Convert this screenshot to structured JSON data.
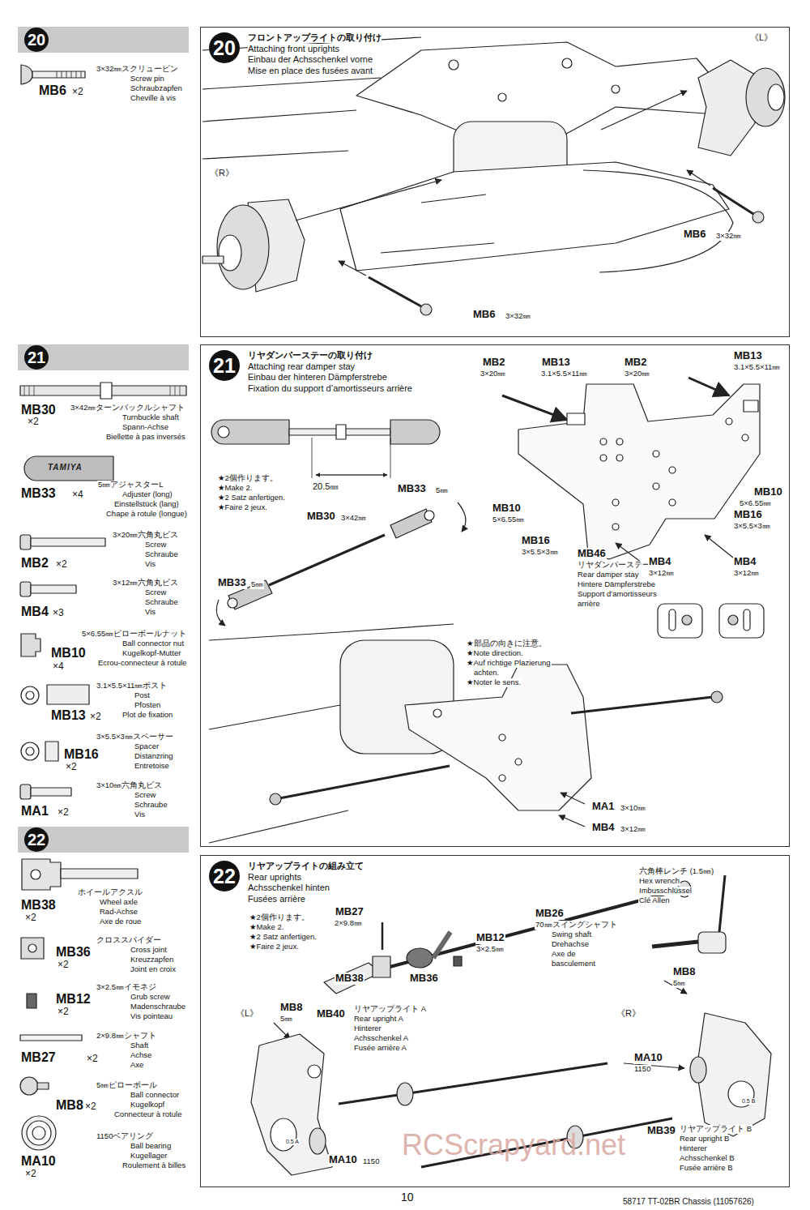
{
  "diagram": {
    "nodes": [
      {
        "text": [
          "20"
        ]
      },
      {
        "text": [
          "20",
          "フロントアップライトの取り付け",
          "Attaching front uprights",
          "Einbau der Achsschenkel vorne",
          "Mise en place des fusées avant"
        ]
      },
      {
        "text": [
          "21"
        ]
      },
      {
        "text": [
          "21",
          "リヤダンパーステーの取り付け",
          "Attaching rear damper stay",
          "Einbau der hinteren Dämpferstrebe",
          "Fixation du support d’amortisseurs arrière"
        ]
      },
      {
        "text": [
          "22"
        ]
      },
      {
        "text": [
          "22",
          "リヤアップライトの組み立て",
          "Rear uprights",
          "Achsschenkel hinten",
          "Fusées arrière"
        ]
      }
    ],
    "labels": [
      "MB6",
      "×2",
      "3×32㎜スクリューピン",
      "Screw pin",
      "Schraubzapfen",
      "Cheville à vis",
      "MB30",
      "×2",
      "3×42㎜ターンバックルシャフト",
      "Turnbuckle shaft",
      "Spann-Achse",
      "Biellette à pas inversés",
      "TAMIYA",
      "MB33",
      "×4",
      "5㎜アジャスターL",
      "Adjuster (long)",
      "Einstellstück (lang)",
      "Chape à rotule (longue)",
      "MB2",
      "×2",
      "3×20㎜六角丸ビス",
      "Screw",
      "Schraube",
      "Vis",
      "MB4",
      "×3",
      "3×12㎜六角丸ビス",
      "Screw",
      "Schraube",
      "Vis",
      "5×6.55㎜ピローボールナット",
      "MB10",
      "×4",
      "Ball connector nut",
      "Kugelkopf-Mutter",
      "Ecrou-connecteur à rotule",
      "3.1×5.5×11㎜ポスト",
      "Post",
      "Pfosten",
      "Plot de fixation",
      "MB13",
      "×2",
      "3×5.5×3㎜スペーサー",
      "Spacer",
      "Distanzring",
      "Entretoise",
      "MB16",
      "×2",
      "3×10㎜六角丸ビス",
      "Screw",
      "Schraube",
      "Vis",
      "MA1",
      "×2",
      "MB38",
      "×2",
      "ホイールアクスル",
      "Wheel axle",
      "Rad-Achse",
      "Axe de roue",
      "MB36",
      "×2",
      "クロススパイダー",
      "Cross joint",
      "Kreuzzapfen",
      "Joint en croix",
      "MB12",
      "×2",
      "3×2.5㎜イモネジ",
      "Grub screw",
      "Madenschraube",
      "Vis pointeau",
      "MB27",
      "×2",
      "2×9.8㎜シャフト",
      "Shaft",
      "Achse",
      "Axe",
      "MB8",
      "×2",
      "5㎜ピローボール",
      "Ball connector",
      "Kugelkopf",
      "Connecteur à rotule",
      "MA10",
      "×2",
      "1150ベアリング",
      "Ball bearing",
      "Kugellager",
      "Roulement à billes",
      "《L》",
      "《R》",
      "MB6",
      "3×32㎜",
      "MB6",
      "3×32㎜",
      "★2個作ります。",
      "★Make 2.",
      "★2 Satz anfertigen.",
      "★Faire 2 jeux.",
      "20.5㎜",
      "MB33",
      "5㎜",
      "MB30",
      "3×42㎜",
      "MB33",
      "5㎜",
      "MB2",
      "3×20㎜",
      "MB13",
      "3.1×5.5×11㎜",
      "MB2",
      "3×20㎜",
      "MB13",
      "3.1×5.5×11㎜",
      "MB10",
      "5×6.55㎜",
      "MB10",
      "5×6.55㎜",
      "MB16",
      "3×5.5×3㎜",
      "MB16",
      "3×5.5×3㎜",
      "MB46",
      "リヤダンパーステー",
      "Rear damper stay",
      "Hintere Dämpferstrebe",
      "Support d’amortisseurs",
      "arrière",
      "MB4",
      "3×12㎜",
      "MB4",
      "3×12㎜",
      "★部品の向きに注意。",
      "★Note direction.",
      "★Auf richtige Plazierung",
      "achten.",
      "★Noter le sens.",
      "MA1",
      "3×10㎜",
      "MB4",
      "3×12㎜",
      "★2個作ります。",
      "★Make 2.",
      "★2 Satz anfertigen.",
      "★Faire 2 jeux.",
      "MB27",
      "2×9.8㎜",
      "MB12",
      "3×2.5㎜",
      "MB26",
      "70㎜スイングシャフト",
      "Swing shaft",
      "Drehachse",
      "Axe de",
      "basculement",
      "MB38",
      "MB36",
      "六角棒レンチ (1.5㎜)",
      "Hex wrench",
      "Imbusschlüssel",
      "Clé Allen",
      "MB8",
      "5㎜",
      "《L》",
      "MB8",
      "5㎜",
      "MB40",
      "リヤアップライト A",
      "Rear upright A",
      "Hinterer",
      "Achsschenkel A",
      "Fusée arrière A",
      "《R》",
      "MA10",
      "1150",
      "0.5 A",
      "0.5 B",
      "MA10",
      "1150",
      "MB39",
      "リヤアップライト B",
      "Rear upright B",
      "Hinterer",
      "Achsschenkel B",
      "Fusée arrière B",
      "RCScrapyard.net",
      "10",
      "58717 TT-02BR Chassis (11057626)"
    ]
  }
}
